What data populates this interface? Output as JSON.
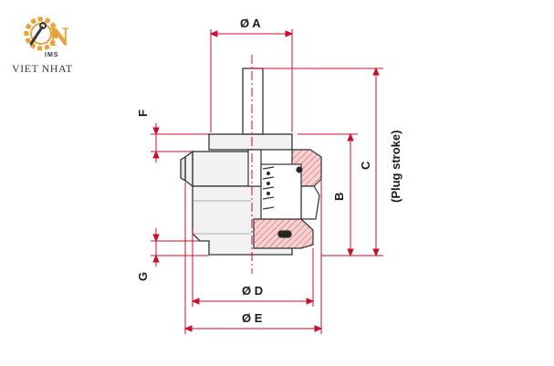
{
  "logo": {
    "company": "VIET NHAT",
    "sub": "IMS",
    "brand_color": "#e8a13a"
  },
  "dimensions": {
    "a": "Ø A",
    "b": "B",
    "c": "C",
    "c_note": "(Plug stroke)",
    "d": "Ø D",
    "e": "Ø E",
    "f": "F",
    "g": "G"
  },
  "colors": {
    "dimension_line": "#c8102e",
    "outline": "#333333",
    "fill": "#f2f2f2",
    "section": "#f4c7c7"
  }
}
